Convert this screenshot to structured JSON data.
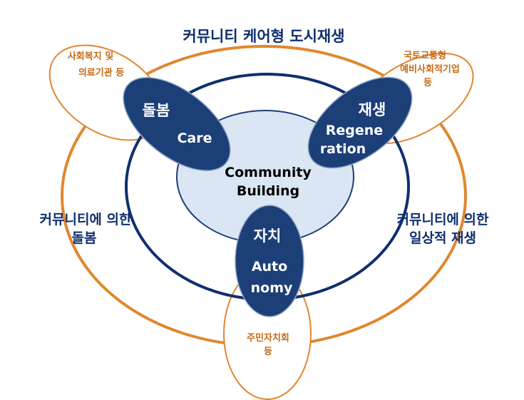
{
  "title": "커뮤니티 케어형 도시재생",
  "center": {
    "line1": "Community",
    "line2": "Building"
  },
  "left_text": {
    "line1": "커뮤니티에 의한",
    "line2": "돌봄"
  },
  "right_text": {
    "line1": "커뮤니티에 의한",
    "line2": "일상적 재생"
  },
  "petals": {
    "care": {
      "ko": "돌봄",
      "en": "Care"
    },
    "regeneration": {
      "ko": "재생",
      "en1": "Regene",
      "en2": "ration"
    },
    "autonomy": {
      "ko": "자치",
      "en1": "Auto",
      "en2": "nomy"
    }
  },
  "outer_petals": {
    "top_left": {
      "line1": "사회복지 및",
      "line2": "의료기관 등"
    },
    "top_right": {
      "line1": "국토교통형",
      "line2": "예비사회적기업",
      "line3": "등"
    },
    "bottom": {
      "line1": "주민자치회",
      "line2": "등"
    }
  },
  "colors": {
    "orange": "#e0872f",
    "navy": "#1d3f78",
    "dark_navy": "#0f2f6e",
    "core_fill": "#dbe6f4"
  }
}
